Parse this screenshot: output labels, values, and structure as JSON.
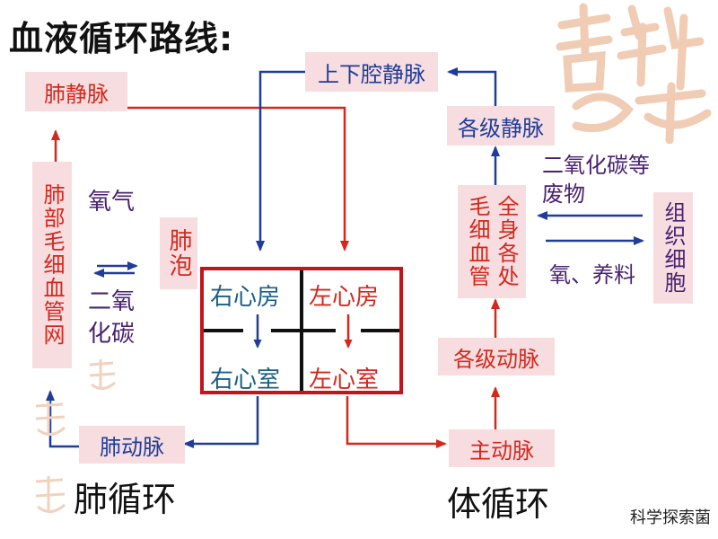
{
  "title": "血液循环路线:",
  "pulmonary": {
    "pulmonary_vein": "肺静脉",
    "pulmonary_capillary": "肺部毛细血管网",
    "oxygen": "氧气",
    "co2": "二氧化碳",
    "alveolus": "肺泡",
    "pulmonary_artery": "肺动脉",
    "circulation": "肺循环"
  },
  "heart": {
    "right_atrium": "右心房",
    "left_atrium": "左心房",
    "right_ventricle": "右心室",
    "left_ventricle": "左心室"
  },
  "systemic": {
    "vena_cava": "上下腔静脉",
    "veins": "各级静脉",
    "capillary_line1": "毛细血管",
    "capillary_line2": "全身各处",
    "co2_waste": "二氧化碳等废物",
    "o2_nutrients": "氧、养料",
    "tissue_cells": "组织细胞",
    "arteries": "各级动脉",
    "aorta": "主动脉",
    "circulation": "体循环"
  },
  "watermark": "科学探索菌",
  "colors": {
    "red": "#d4281c",
    "blue": "#1f3c9a",
    "box_bg": "#f7dde0",
    "heart_border": "#c0151d"
  }
}
